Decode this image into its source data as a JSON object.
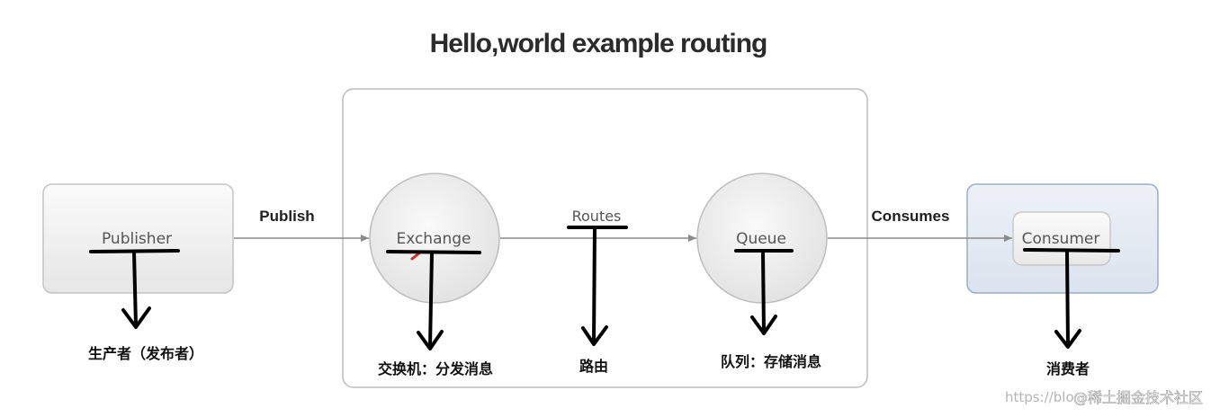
{
  "title": "Hello,world example routing",
  "nodes": {
    "publisher": "Publisher",
    "exchange": "Exchange",
    "queue": "Queue",
    "consumer": "Consumer"
  },
  "edges": {
    "publish": "Publish",
    "routes": "Routes",
    "consumes": "Consumes"
  },
  "annotations": {
    "publisher": "生产者（发布者）",
    "exchange": "交换机：分发消息",
    "routes": "路由",
    "queue": "队列：存储消息",
    "consumer": "消费者"
  },
  "watermark": {
    "faint": "https://blo",
    "brand": "@稀土掘金技术社区"
  }
}
